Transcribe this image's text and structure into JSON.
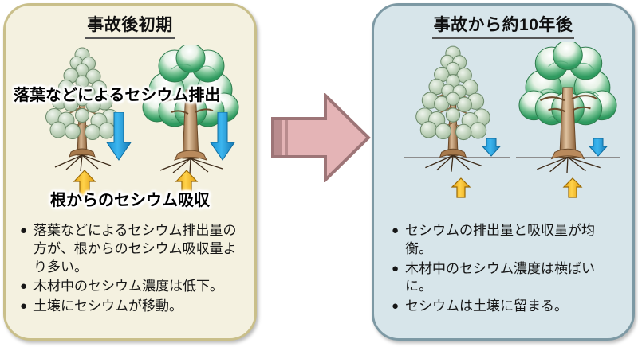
{
  "figure": {
    "type": "before-after comparison diagram",
    "subject": "forest cesium cycling"
  },
  "left_panel": {
    "title": "事故後初期",
    "background_color": "#f4f1e0",
    "border_color": "#c9bf8a",
    "scene_labels": {
      "top": "落葉などによるセシウム排出",
      "bottom": "根からのセシウム吸収"
    },
    "trees": [
      {
        "name": "conifer-tree",
        "foliage_color": "#b9cdb6"
      },
      {
        "name": "broadleaf-tree",
        "foliage_color": "#3fa86a"
      }
    ],
    "arrows": {
      "down_color": "#29a9e0",
      "up_color": "#f5b81c",
      "down_size": "large",
      "up_size": "large"
    },
    "bullets": [
      "落葉などによるセシウム排出量の方が、根からのセシウム吸収量より多い。",
      "木材中のセシウム濃度は低下。",
      "土壌にセシウムが移動。"
    ]
  },
  "transition_arrow": {
    "name": "right-arrow",
    "fill_color": "#e4b4b6",
    "stroke_color": "#9d7577",
    "direction": "right"
  },
  "right_panel": {
    "title": "事故から約10年後",
    "background_color": "#d7e5ea",
    "border_color": "#7d99a4",
    "trees": [
      {
        "name": "conifer-tree",
        "foliage_color": "#b9cdb6"
      },
      {
        "name": "broadleaf-tree",
        "foliage_color": "#3fa86a"
      }
    ],
    "arrows": {
      "down_color": "#29a9e0",
      "up_color": "#f5b81c",
      "down_size": "small",
      "up_size": "small"
    },
    "bullets": [
      "セシウムの排出量と吸収量が均衡。",
      "木材中のセシウム濃度は横ばいに。",
      "セシウムは土壌に留まる。"
    ]
  },
  "bullet_marker": "●"
}
